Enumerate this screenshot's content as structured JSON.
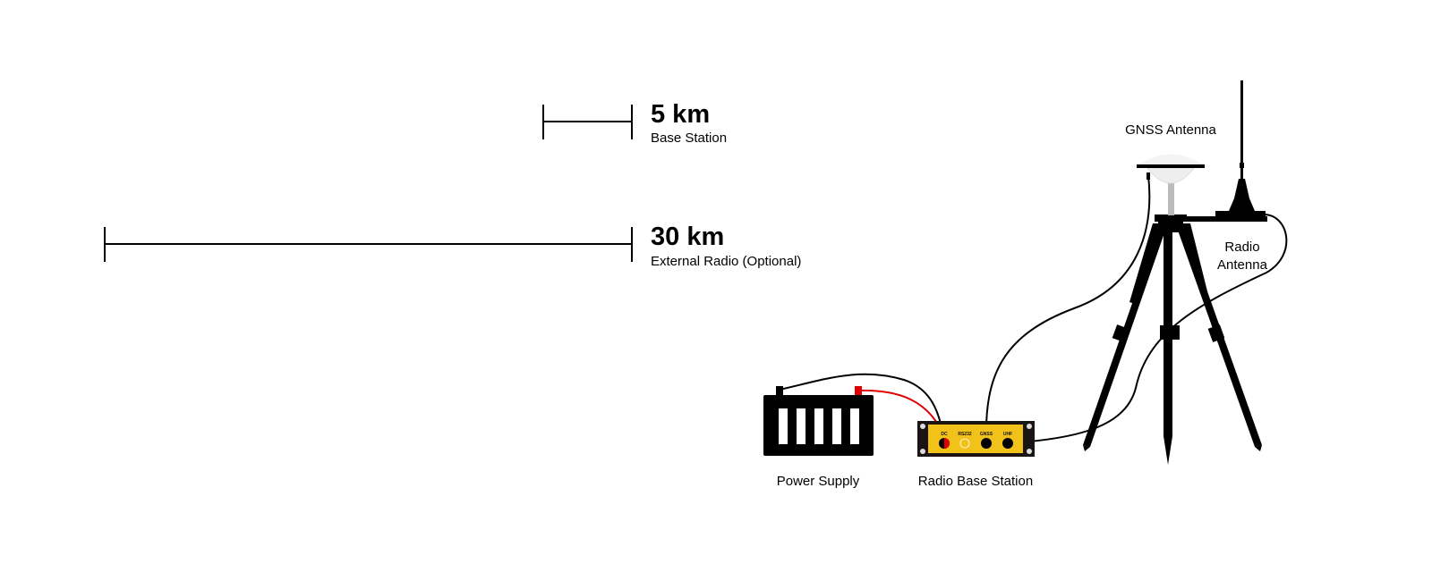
{
  "scales": [
    {
      "distance": "5 km",
      "caption": "Base Station"
    },
    {
      "distance": "30 km",
      "caption": "External Radio (Optional)"
    }
  ],
  "components": {
    "power_supply": "Power Supply",
    "radio_base_station": "Radio Base Station",
    "gnss_antenna": "GNSS Antenna",
    "radio_antenna_line1": "Radio",
    "radio_antenna_line2": "Antenna"
  },
  "ports": [
    "DC",
    "RS232",
    "GNSS",
    "UHF"
  ],
  "colors": {
    "station_face": "#f2c21b",
    "positive_cable": "#e00000",
    "frame": "#1a1414"
  }
}
